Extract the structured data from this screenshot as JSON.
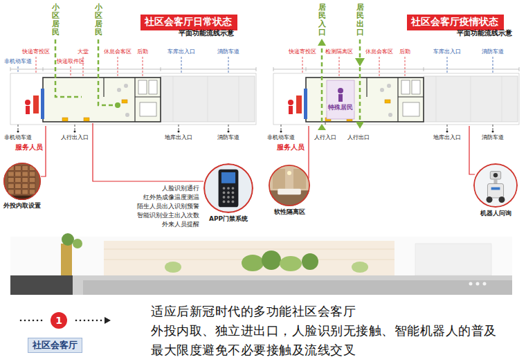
{
  "diagram": {
    "nodes": [
      {
        "text": [
          "社区会客厅日常状态"
        ]
      },
      {
        "text": [
          "社区会客厅疫情状态"
        ]
      },
      {
        "text": [
          "外投内取设置"
        ]
      },
      {
        "text": [
          "APP门禁系统"
        ]
      },
      {
        "text": [
          "软性隔离区"
        ]
      },
      {
        "text": [
          "机器人问询"
        ]
      },
      {
        "text": [
          "1"
        ]
      },
      {
        "text": [
          "社区会客厅"
        ]
      }
    ],
    "labels": [
      "平面功能流线示意",
      "小区居民",
      "小区居民",
      "快递寄投区",
      "非机动车道",
      "快递取件区",
      "大堂",
      "休息会客区",
      "后勤",
      "车库出入口",
      "消防车道",
      "非机动车道",
      "人行出入口",
      "地库出入口",
      "消防车道",
      "服务人员",
      "人脸识别通行",
      "红外热成像温度测温",
      "陌生人员出入识别预警",
      "智能识别业主出入次数",
      "外来人员提醒",
      "平面功能流线示意",
      "居民入口",
      "居民出口",
      "快递寄投区",
      "检测隔离区",
      "休息会客区",
      "后勤",
      "车库出入口",
      "消防车道",
      "非机动车道",
      "人行入口",
      "人行出口",
      "地库出入口",
      "消防车道",
      "服务人员",
      "特殊居民",
      "适应后新冠时代的多功能社区会客厅",
      "外投内取、独立进出口，人脸识别无接触、智能机器人的普及",
      "最大限度避免不必要接触及流线交叉"
    ]
  }
}
